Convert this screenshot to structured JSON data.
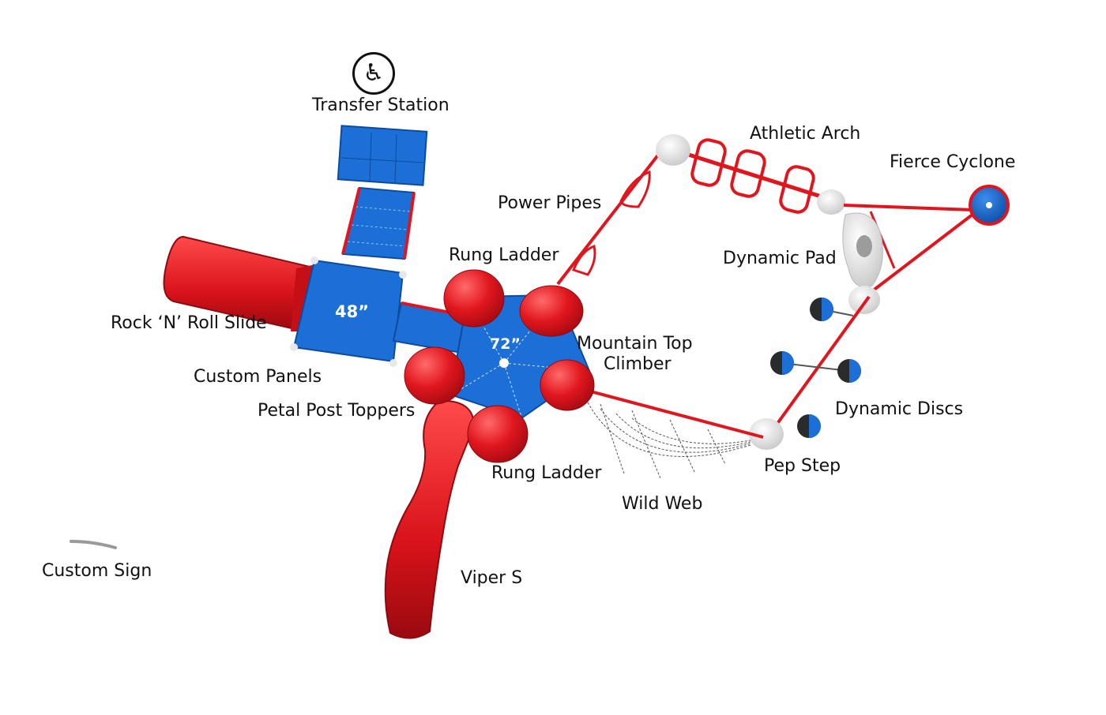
{
  "labels": {
    "transfer_station": "Transfer Station",
    "athletic_arch": "Athletic Arch",
    "fierce_cyclone": "Fierce Cyclone",
    "power_pipes": "Power Pipes",
    "rung_ladder_top": "Rung Ladder",
    "dynamic_pad": "Dynamic Pad",
    "rock_n_roll_slide": "Rock ‘N’ Roll Slide",
    "mountain_top_climber_line1": "Mountain Top",
    "mountain_top_climber_line2": "Climber",
    "custom_panels": "Custom Panels",
    "petal_post_toppers": "Petal Post Toppers",
    "dynamic_discs": "Dynamic Discs",
    "pep_step": "Pep Step",
    "rung_ladder_bottom": "Rung Ladder",
    "wild_web": "Wild Web",
    "custom_sign": "Custom Sign",
    "viper_s": "Viper S"
  },
  "decks": {
    "deck_48": "48”",
    "deck_72": "72”"
  },
  "colors": {
    "red": "#e0161e",
    "red_dark": "#a60b12",
    "blue": "#1b6fd6",
    "blue_dark": "#0c4ca0",
    "gray": "#d8d8d8",
    "ink": "#111111"
  },
  "icons": {
    "accessibility": "wheelchair-icon"
  }
}
